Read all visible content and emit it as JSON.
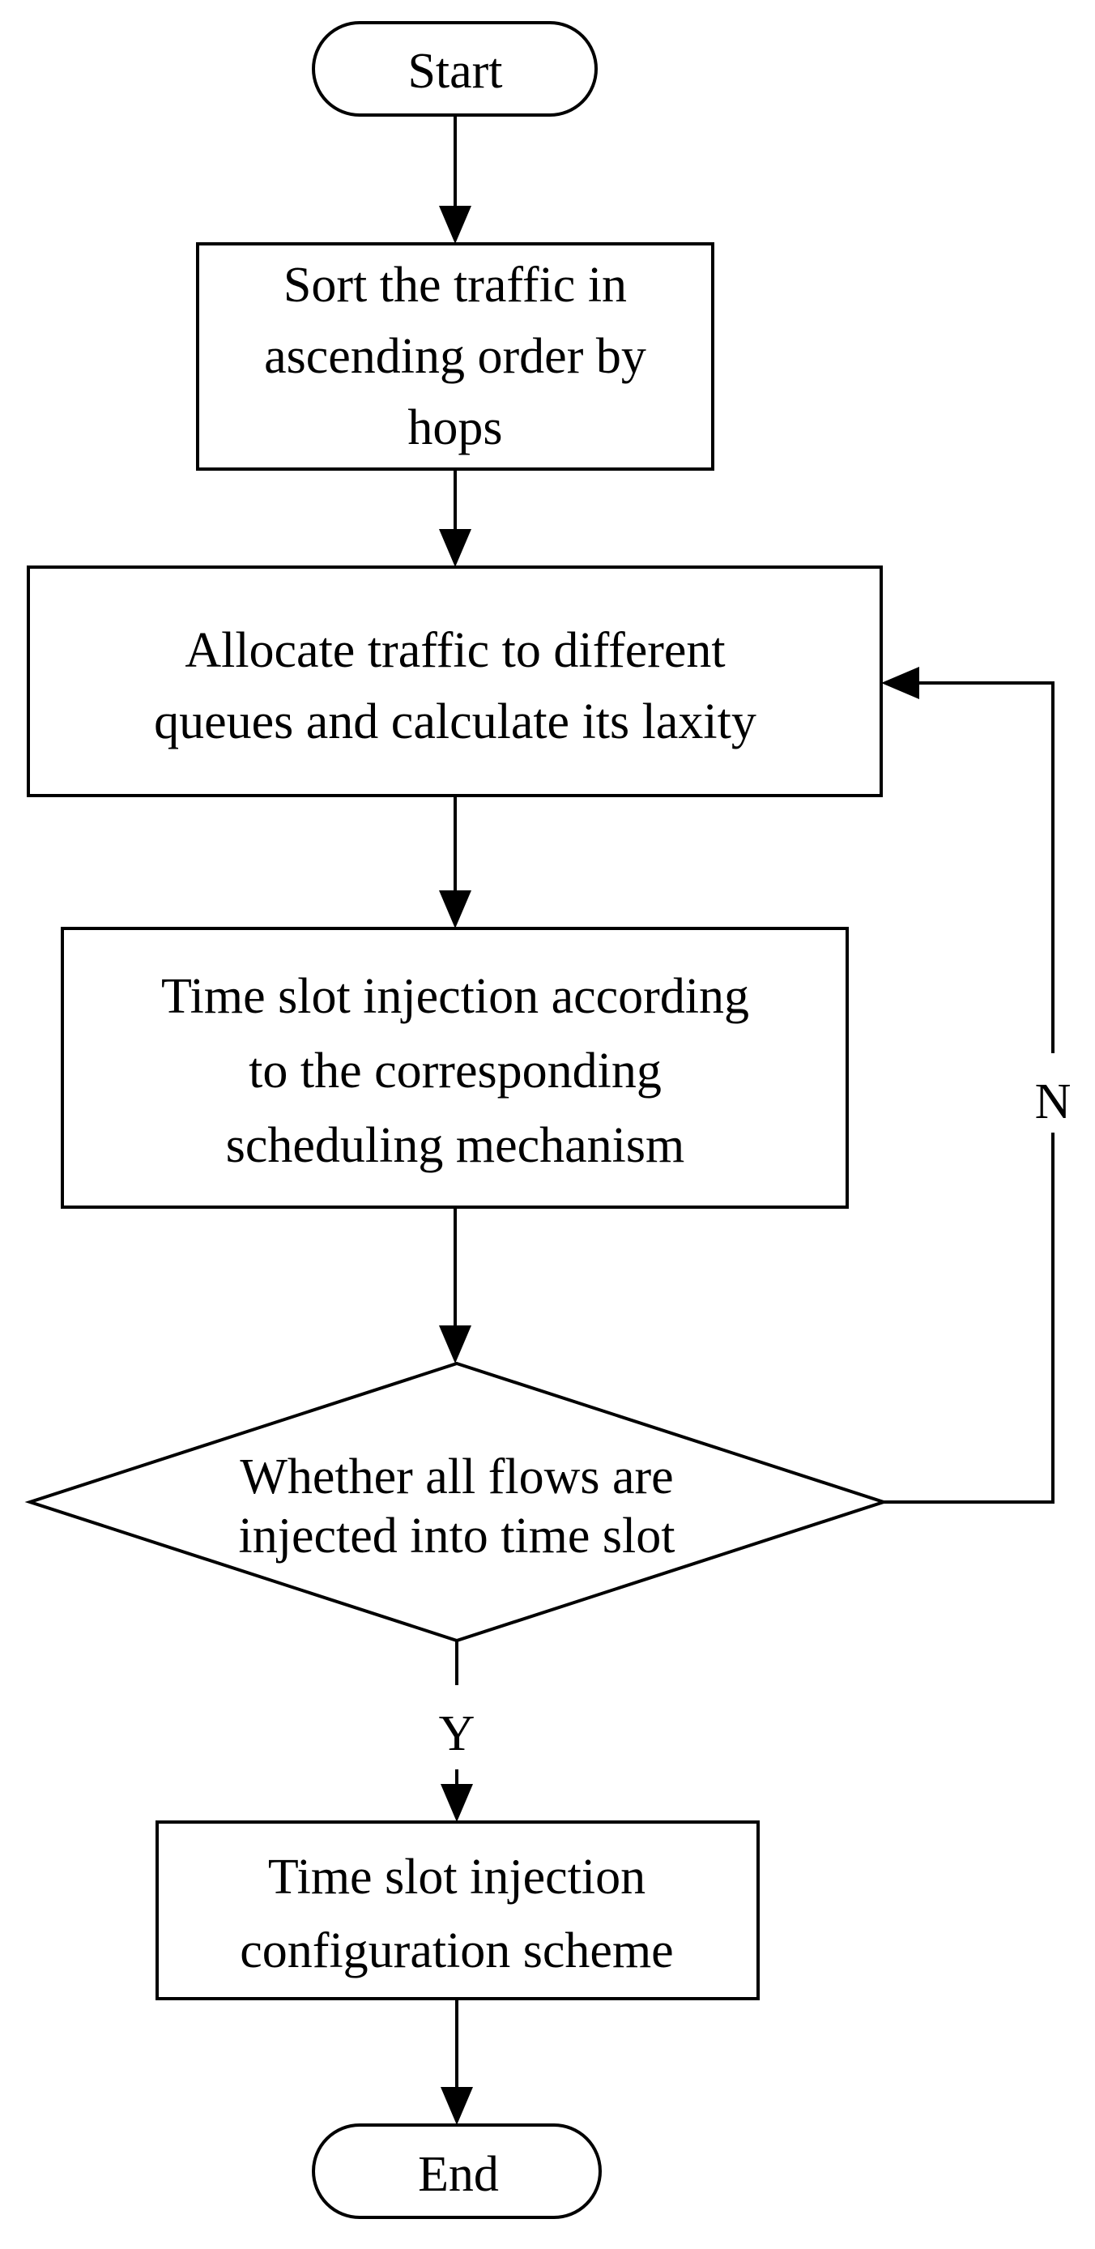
{
  "diagram": {
    "type": "flowchart",
    "nodes": {
      "start": {
        "kind": "terminal",
        "lines": [
          "Start"
        ]
      },
      "sort": {
        "kind": "process",
        "lines": [
          "Sort the traffic in",
          "ascending order by",
          "hops"
        ]
      },
      "allocate": {
        "kind": "process",
        "lines": [
          "Allocate traffic to different",
          "queues and calculate its laxity"
        ]
      },
      "inject": {
        "kind": "process",
        "lines": [
          "Time slot injection according",
          "to the corresponding",
          "scheduling mechanism"
        ]
      },
      "decision": {
        "kind": "decision",
        "lines": [
          "Whether all flows are",
          "injected into time slot"
        ]
      },
      "config": {
        "kind": "process",
        "lines": [
          "Time slot injection",
          "configuration scheme"
        ]
      },
      "end": {
        "kind": "terminal",
        "lines": [
          "End"
        ]
      }
    },
    "edges": [
      {
        "from": "start",
        "to": "sort",
        "label": ""
      },
      {
        "from": "sort",
        "to": "allocate",
        "label": ""
      },
      {
        "from": "allocate",
        "to": "inject",
        "label": ""
      },
      {
        "from": "inject",
        "to": "decision",
        "label": ""
      },
      {
        "from": "decision",
        "to": "config",
        "label": "Y"
      },
      {
        "from": "decision",
        "to": "allocate",
        "label": "N"
      },
      {
        "from": "config",
        "to": "end",
        "label": ""
      }
    ]
  }
}
